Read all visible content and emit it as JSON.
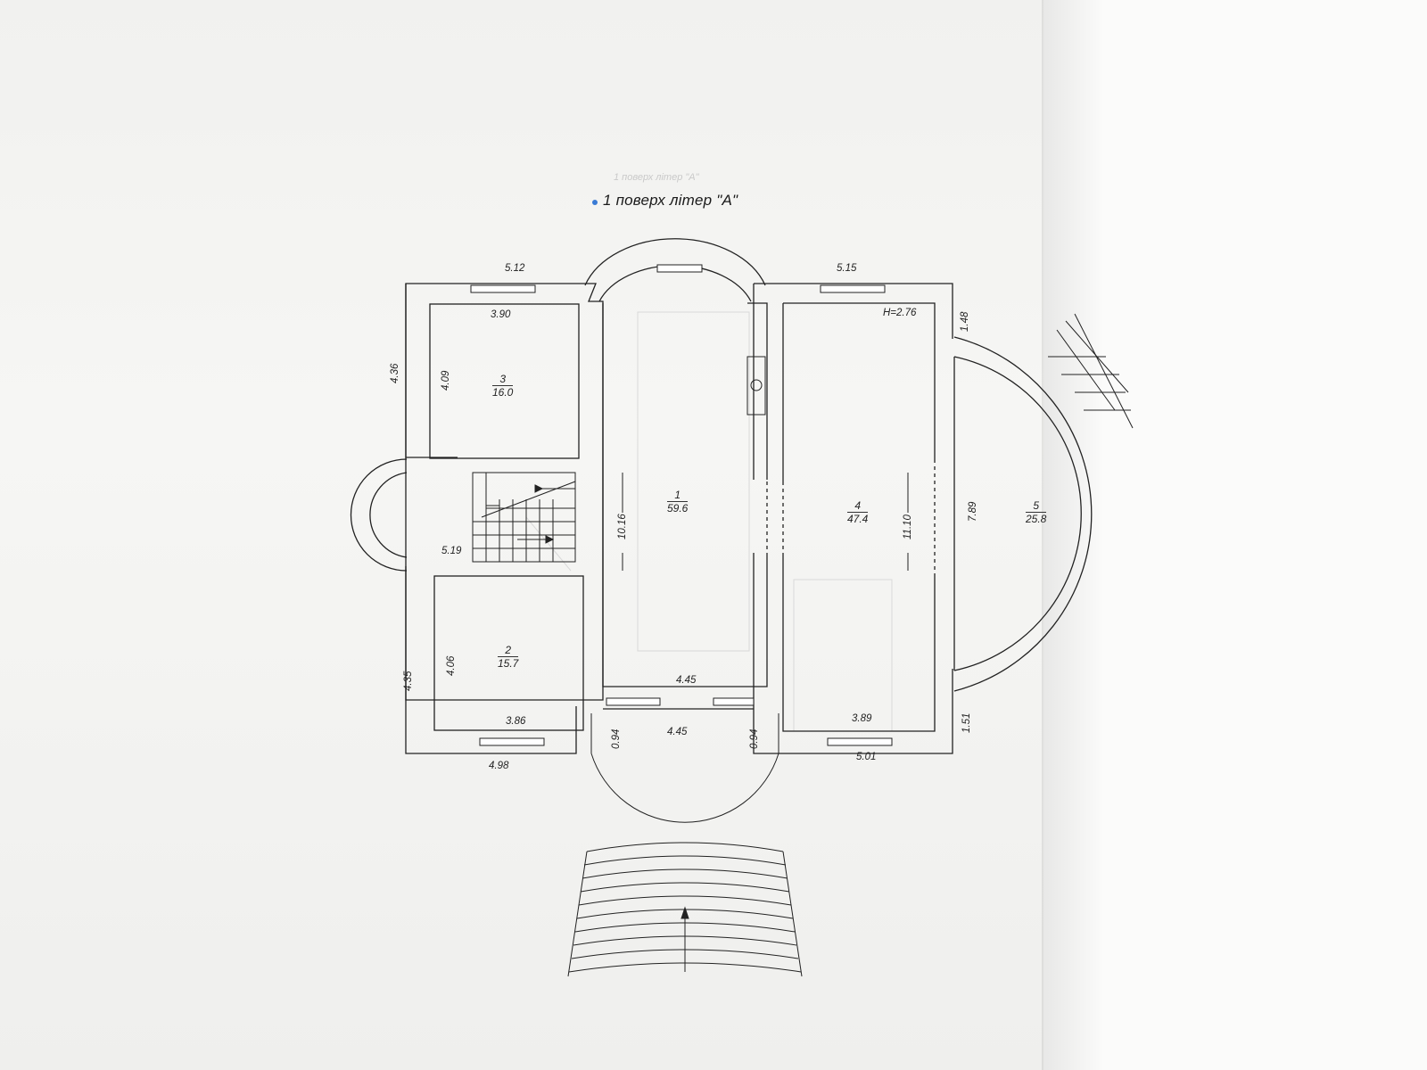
{
  "plan": {
    "ghost_title": "1 поверх літер \"А\"",
    "title": "1 поверх літер \"А\"",
    "height_note": "H=2.76",
    "rooms": [
      {
        "number": "1",
        "area": "59.6"
      },
      {
        "number": "2",
        "area": "15.7"
      },
      {
        "number": "3",
        "area": "16.0"
      },
      {
        "number": "4",
        "area": "47.4"
      },
      {
        "number": "5",
        "area": "25.8"
      }
    ],
    "dimensions": {
      "top_left_outer": "5.12",
      "room3_inner_width": "3.90",
      "left_upper_outer": "4.36",
      "room3_inner_height": "4.09",
      "bay_left": "5.19",
      "room1_length": "10.16",
      "left_lower_outer": "4.35",
      "room2_inner_height": "4.06",
      "room2_inner_width": "3.86",
      "bottom_left_outer": "4.98",
      "entrance_inner": "4.45",
      "entrance_outer": "4.45",
      "entrance_left_wall": "0.94",
      "entrance_right_wall": "0.94",
      "top_right_outer": "5.15",
      "right_upper_offset": "1.48",
      "room4_length": "11.10",
      "room5_length": "7.89",
      "room4_inner_width": "3.89",
      "bottom_right_outer": "5.01",
      "right_lower_offset": "1.51"
    }
  }
}
